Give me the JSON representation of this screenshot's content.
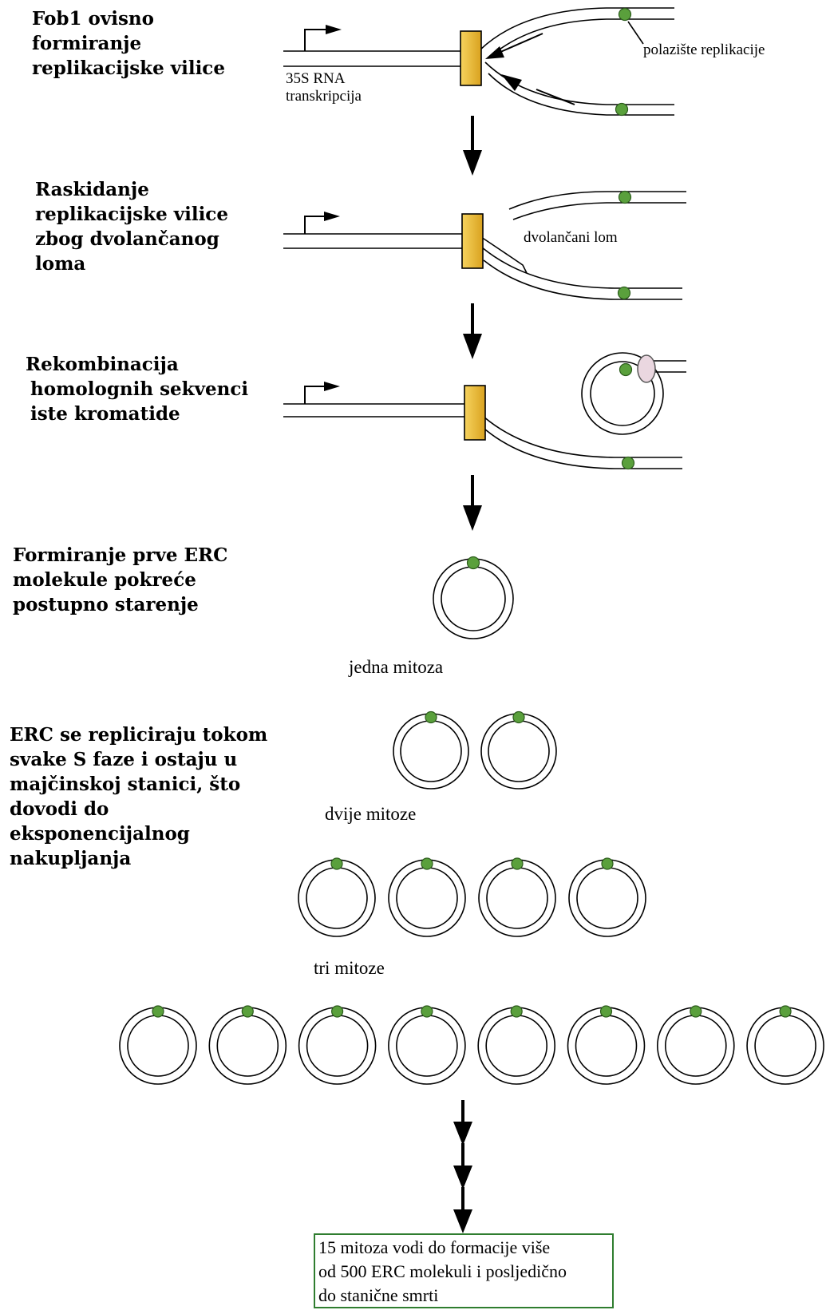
{
  "steps": [
    {
      "id": "fork-formation",
      "lines": [
        "Fob1 ovisno",
        "formiranje",
        "replikacijske vilice"
      ]
    },
    {
      "id": "fork-break",
      "lines": [
        "Raskidanje",
        "replikacijske vilice",
        "zbog dvolančanog",
        "loma"
      ]
    },
    {
      "id": "recombination",
      "lines": [
        "Rekombinacija",
        "homolognih sekvenci",
        "iste kromatide"
      ]
    },
    {
      "id": "first-erc",
      "lines": [
        "Formiranje prve ERC",
        "molekule pokreće",
        "postupno starenje"
      ]
    },
    {
      "id": "erc-replication",
      "lines": [
        "ERC se repliciraju tokom",
        "svake S faze i ostaju u",
        "majčinskoj stanici, što",
        "dovodi do",
        "eksponencijalnog",
        "nakupljanja"
      ]
    }
  ],
  "labels": {
    "origin": "polazište replikacije",
    "transcription_line1": "35S RNA",
    "transcription_line2": "transkripcija",
    "double_strand_break": "dvolančani lom"
  },
  "mitoses": [
    {
      "label": "jedna mitoza",
      "circles": 2
    },
    {
      "label": "dvije mitoze",
      "circles": 4
    },
    {
      "label": "tri mitoze",
      "circles": 8
    }
  ],
  "final_note": {
    "lines": [
      "15 mitoza vodi do formacije više",
      "od 500 ERC molekuli i posljedično",
      "do stanične smrti"
    ]
  },
  "colors": {
    "origin_dot": "#5aa03c",
    "fob1_block": "#e8b830",
    "final_border": "#2f7d2f"
  }
}
